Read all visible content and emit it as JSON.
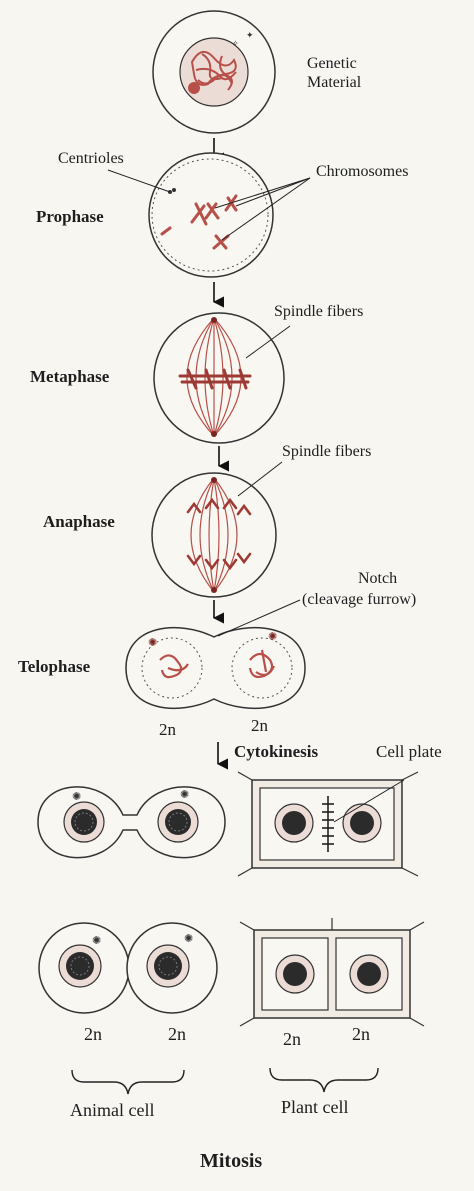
{
  "labels": {
    "genetic_material": [
      "Genetic",
      "Material"
    ],
    "centrioles": "Centrioles",
    "chromosomes": "Chromosomes",
    "prophase": "Prophase",
    "spindle_fibers_1": "Spindle fibers",
    "metaphase": "Metaphase",
    "spindle_fibers_2": "Spindle fibers",
    "anaphase": "Anaphase",
    "notch": "Notch",
    "cleavage_furrow": "(cleavage furrow)",
    "telophase": "Telophase",
    "telophase_2n_left": "2n",
    "telophase_2n_right": "2n",
    "cytokinesis": "Cytokinesis",
    "cell_plate": "Cell plate",
    "animal_2n_left": "2n",
    "animal_2n_right": "2n",
    "plant_2n_left": "2n",
    "plant_2n_right": "2n",
    "animal_cell": "Animal cell",
    "plant_cell": "Plant cell",
    "title": "Mitosis"
  },
  "colors": {
    "chromosome": "#b8504a",
    "chromosome_dark": "#7a2520",
    "outline": "#2a2a2a",
    "cell_fill": "#f9f7f2",
    "nucleus_fill": "#ecdcd6",
    "plant_wall_fill": "#f2ebe4"
  }
}
